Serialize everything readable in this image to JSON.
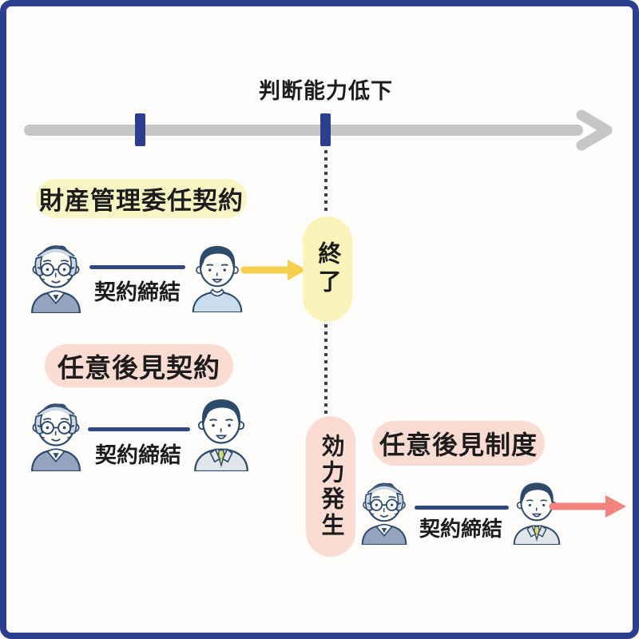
{
  "diagram_title": "判断能力低下",
  "timeline": {
    "title": "判断能力低下",
    "direction": "left-to-right",
    "ticks": 2,
    "milestone_at_second_tick": "判断能力低下"
  },
  "milestones": {
    "end_pill": "終了",
    "effect_pill": "効力発生"
  },
  "groups": [
    {
      "label": "財産管理委任契約",
      "contract_label": "契約締結",
      "left_person": "elderly-man",
      "right_person": "young-man",
      "arrow": "yellow-arrow-to-end-pill"
    },
    {
      "label": "任意後見契約",
      "contract_label": "契約締結",
      "left_person": "elderly-man",
      "right_person": "businessman",
      "arrow": "none"
    },
    {
      "label": "任意後見制度",
      "contract_label": "契約締結",
      "left_person": "elderly-man",
      "right_person": "businessman",
      "arrow": "pink-arrow-onward"
    }
  ],
  "icons": {
    "timeline_arrow": "right-arrow-icon",
    "yellow_arrow": "right-arrow-icon",
    "pink_arrow": "right-arrow-icon",
    "people": [
      "elderly-man-icon",
      "young-man-icon",
      "businessman-icon"
    ]
  },
  "colors": {
    "border_navy": "#2c3f8e",
    "axis_gray": "#c6c6c6",
    "tick_navy": "#2c3f8e",
    "pale_yellow": "#f8f4c3",
    "pill_yellow": "#faf3ba",
    "pale_pink": "#fbdcd2",
    "arrow_yellow": "#f5cf4e",
    "arrow_pink": "#f2837e",
    "line_navy": "#31487e",
    "dot_gray": "#3c4150",
    "text_black": "#1c1c1c"
  }
}
